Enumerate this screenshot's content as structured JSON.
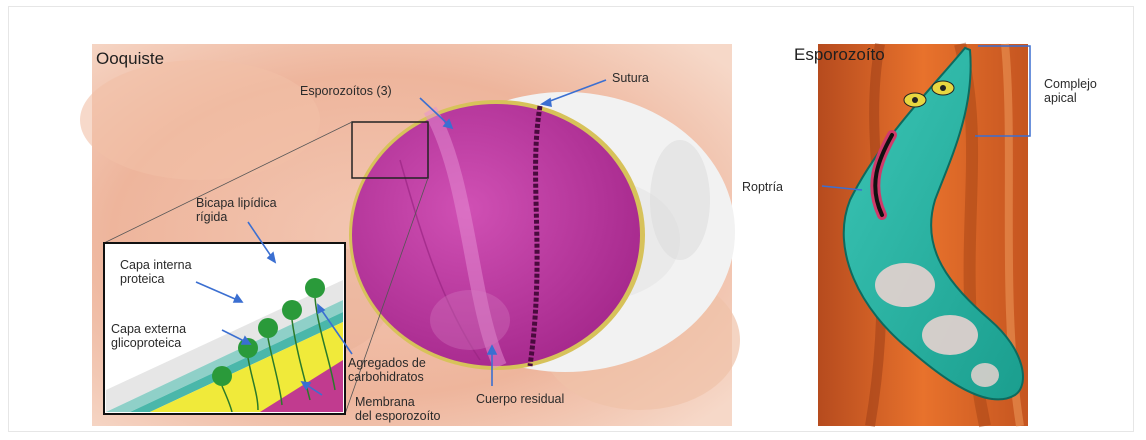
{
  "panel_left": {
    "title": "Ooquiste",
    "labels": {
      "esporozoitos": "Esporozoítos (3)",
      "sutura": "Sutura",
      "bicapa_line1": "Bicapa lipídica",
      "bicapa_line2": "rígida",
      "capa_interna_line1": "Capa interna",
      "capa_interna_line2": "proteica",
      "capa_externa_line1": "Capa externa",
      "capa_externa_line2": "glicoproteica",
      "agregados_line1": "Agregados de",
      "agregados_line2": "carbohidratos",
      "cuerpo_residual": "Cuerpo residual",
      "membrana_line1": "Membrana",
      "membrana_line2": "del esporozoíto"
    }
  },
  "panel_right": {
    "title": "Esporozoíto",
    "labels": {
      "complejo_line1": "Complejo",
      "complejo_line2": "apical",
      "roptria": "Roptría"
    }
  },
  "colors": {
    "arrow": "#3b6fd1",
    "oocyst_magenta": "#b8359c",
    "wall_white": "#eeeeee",
    "background_tissue": "#e9a98a",
    "sporozoite_teal": "#2bb7a3"
  }
}
